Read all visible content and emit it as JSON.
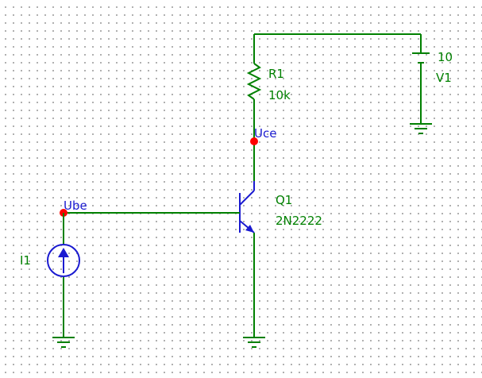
{
  "colors": {
    "wire": "#008000",
    "symbol": "#1a1ad0",
    "node": "#ff0000",
    "grid_dot": "#9a9a9a",
    "background": "#ffffff"
  },
  "components": {
    "r1": {
      "name": "R1",
      "value": "10k"
    },
    "v1": {
      "name": "V1",
      "value": "10"
    },
    "q1": {
      "name": "Q1",
      "value": "2N2222"
    },
    "i1": {
      "name": "I1"
    }
  },
  "nodes": {
    "uce": "Uce",
    "ube": "Ube"
  }
}
